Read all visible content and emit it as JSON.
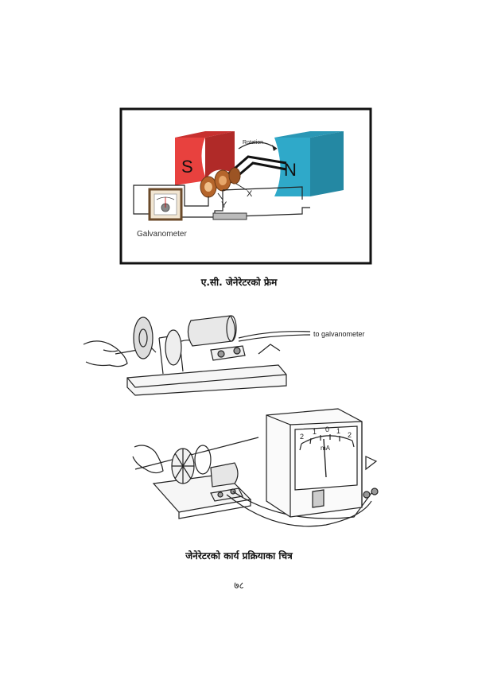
{
  "figure1": {
    "labels": {
      "s_pole": "S",
      "n_pole": "N",
      "rotation": "Rotation",
      "x": "X",
      "y": "Y",
      "galvanometer": "Galvanometer"
    },
    "colors": {
      "s_magnet": "#e8413e",
      "n_magnet": "#2fa9c9",
      "coil": "#b5652b"
    }
  },
  "caption1": "ए.सी. जेनेरेटरको फ्रेम",
  "figure2": {
    "label": "to galvanometer",
    "scale_labels": [
      "2",
      "1",
      "0",
      "1",
      "2"
    ],
    "unit": "mA"
  },
  "caption2": "जेनेरेटरको कार्य प्रक्रियाका चित्र",
  "page_number": "७८"
}
